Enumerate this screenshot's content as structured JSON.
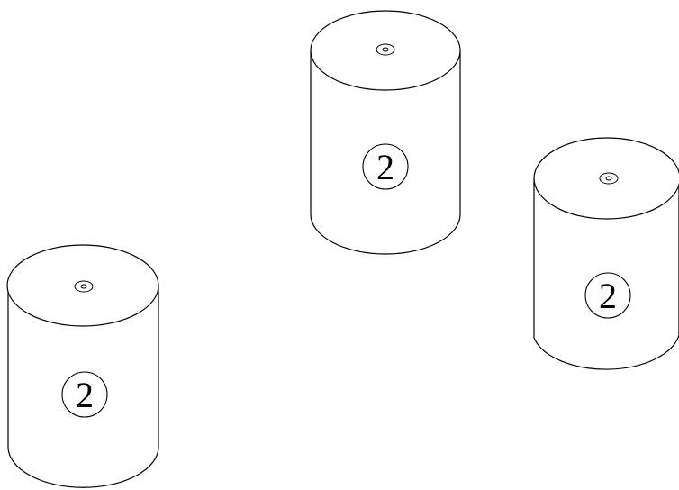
{
  "diagram": {
    "parts": [
      {
        "id": "cylinder-top-center",
        "label": "2"
      },
      {
        "id": "cylinder-right",
        "label": "2"
      },
      {
        "id": "cylinder-left",
        "label": "2"
      }
    ]
  },
  "colors": {
    "line": "#000000",
    "background": "#ffffff"
  }
}
